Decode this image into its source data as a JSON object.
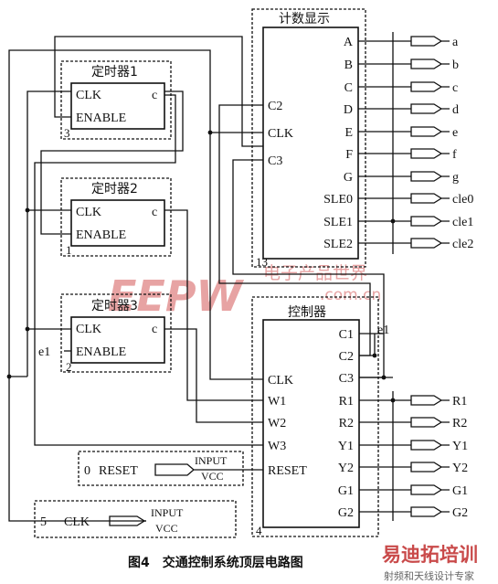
{
  "caption": "图4　交通控制系统顶层电路图",
  "blocks": {
    "timer1": {
      "title": "定时器1",
      "in1": "CLK",
      "in2": "ENABLE",
      "out": "c",
      "num": "3"
    },
    "timer2": {
      "title": "定时器2",
      "in1": "CLK",
      "in2": "ENABLE",
      "out": "c",
      "num": "1"
    },
    "timer3": {
      "title": "定时器3",
      "in1": "CLK",
      "in2": "ENABLE",
      "out": "c",
      "num": "2"
    },
    "display": {
      "title": "计数显示",
      "num": "13",
      "inputs": [
        "C2",
        "CLK",
        "C3"
      ],
      "outputs": [
        "A",
        "B",
        "C",
        "D",
        "E",
        "F",
        "G",
        "SLE0",
        "SLE1",
        "SLE2"
      ]
    },
    "controller": {
      "title": "控制器",
      "num": "4",
      "inputs": [
        "CLK",
        "W1",
        "W2",
        "W3",
        "RESET"
      ],
      "outputs": [
        "C1",
        "C2",
        "C3",
        "R1",
        "R2",
        "Y1",
        "Y2",
        "G1",
        "G2"
      ]
    }
  },
  "display_pins": [
    "a",
    "b",
    "c",
    "d",
    "e",
    "f",
    "g",
    "cle0",
    "cle1",
    "cle2"
  ],
  "controller_pins": [
    "R1",
    "R2",
    "Y1",
    "Y2",
    "G1",
    "G2"
  ],
  "net_labels": {
    "e1_timer": "e1",
    "e1_ctrl": "e1"
  },
  "reset_input": {
    "num": "0",
    "label": "RESET",
    "type": "INPUT",
    "vcc": "VCC"
  },
  "clk_input": {
    "num": "5",
    "label": "CLK",
    "type": "INPUT",
    "vcc": "VCC"
  },
  "watermark": {
    "left": "EEPW",
    "right": "电子产品世界",
    "domain": ".com.cn"
  },
  "corner_logo": {
    "main": "易迪拓培训",
    "sub": "射频和天线设计专家"
  },
  "colors": {
    "line": "#111111",
    "watermark": "#e7a3a3",
    "logo": "#c94a4a"
  }
}
